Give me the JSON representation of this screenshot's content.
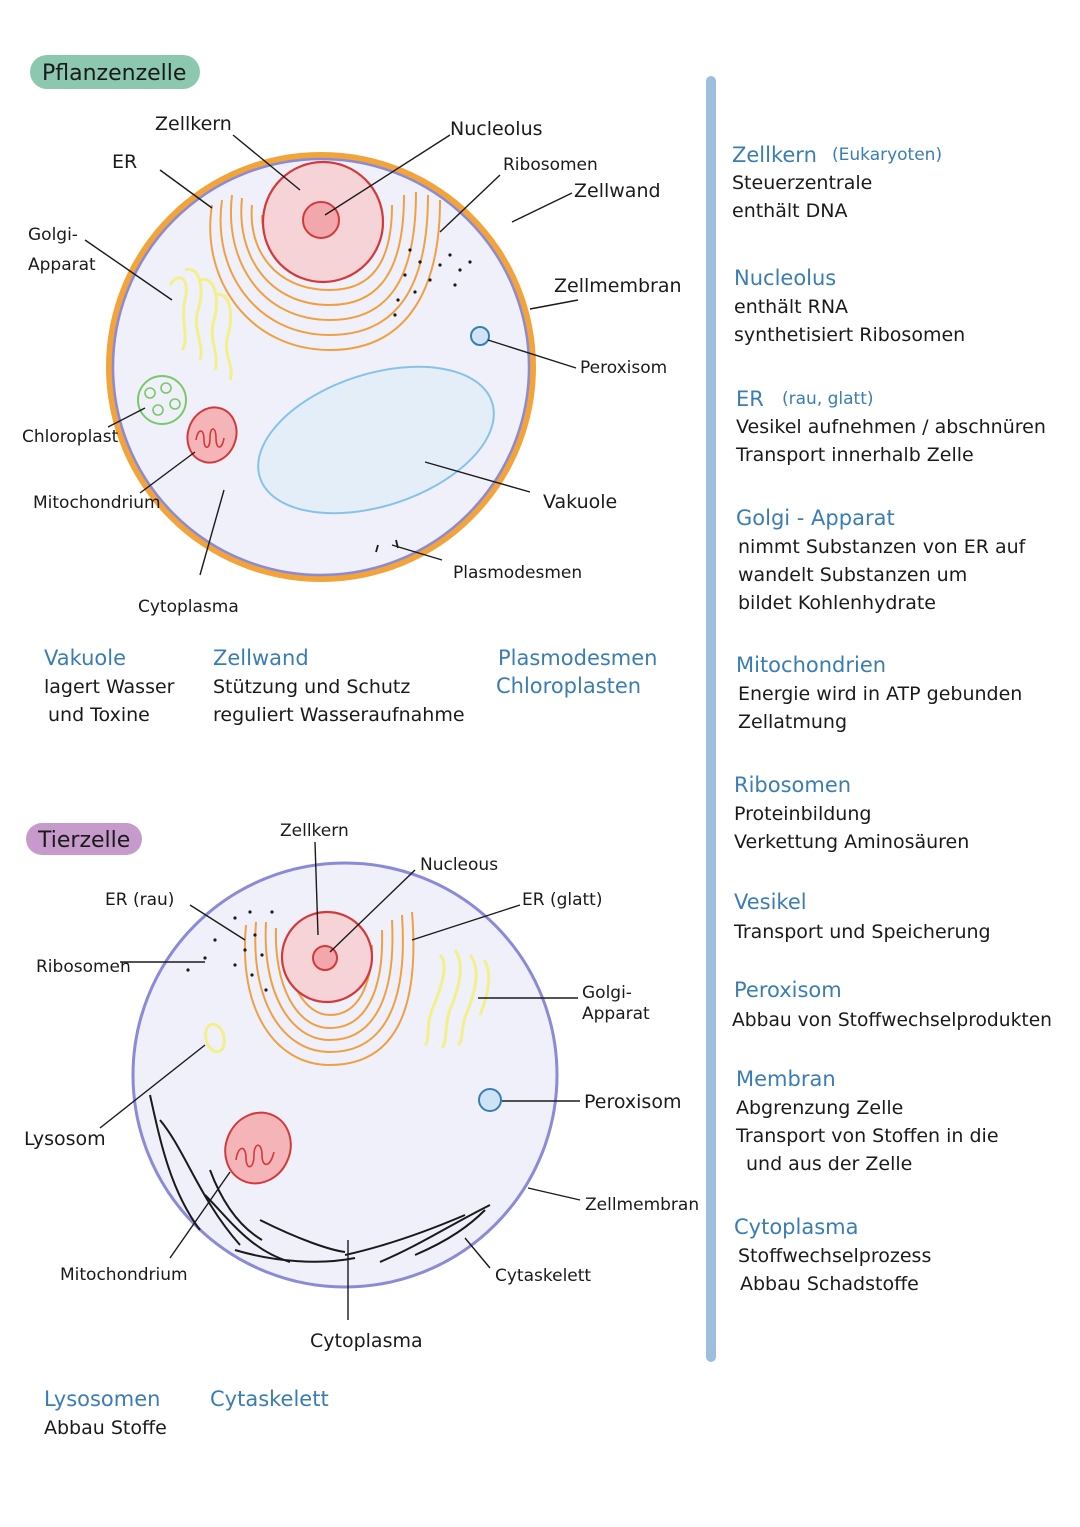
{
  "plant": {
    "title": "Pflanzenzelle",
    "labels": {
      "zellkern": "Zellkern",
      "nucleolus": "Nucleolus",
      "er": "ER",
      "ribosomen": "Ribosomen",
      "zellwand": "Zellwand",
      "golgi_1": "Golgi-",
      "golgi_2": "Apparat",
      "zellmembran": "Zellmembran",
      "peroxisom": "Peroxisom",
      "chloroplast": "Chloroplast",
      "mitochondrium": "Mitochondrium",
      "vakuole": "Vakuole",
      "plasmodesmen": "Plasmodesmen",
      "cytoplasma": "Cytoplasma"
    },
    "notes": [
      {
        "head": "Vakuole",
        "lines": [
          "lagert Wasser",
          "und Toxine"
        ]
      },
      {
        "head": "Zellwand",
        "lines": [
          "Stützung und Schutz",
          "reguliert Wasseraufnahme"
        ]
      },
      {
        "head": "Plasmodesmen",
        "lines": []
      },
      {
        "head": "Chloroplasten",
        "lines": []
      }
    ]
  },
  "animal": {
    "title": "Tierzelle",
    "labels": {
      "zellkern": "Zellkern",
      "nucleolus": "Nucleous",
      "er_rau": "ER (rau)",
      "er_glatt": "ER (glatt)",
      "ribosomen": "Ribosomen",
      "golgi_1": "Golgi-",
      "golgi_2": "Apparat",
      "lysosom": "Lysosom",
      "peroxisom": "Peroxisom",
      "zellmembran": "Zellmembran",
      "mitochondrium": "Mitochondrium",
      "cytaskelett": "Cytaskelett",
      "cytoplasma": "Cytoplasma"
    },
    "notes": [
      {
        "head": "Lysosomen",
        "lines": [
          "Abbau Stoffe"
        ]
      },
      {
        "head": "Cytaskelett",
        "lines": []
      }
    ]
  },
  "glossary": [
    {
      "head": "Zellkern",
      "paren": "(Eukaryoten)",
      "lines": [
        "Steuerzentrale",
        "enthält DNA"
      ]
    },
    {
      "head": "Nucleolus",
      "paren": "",
      "lines": [
        "enthält RNA",
        "synthetisiert Ribosomen"
      ]
    },
    {
      "head": "ER",
      "paren": "(rau, glatt)",
      "lines": [
        "Vesikel aufnehmen / abschnüren",
        "Transport innerhalb Zelle"
      ]
    },
    {
      "head": "Golgi - Apparat",
      "paren": "",
      "lines": [
        "nimmt Substanzen von ER auf",
        "wandelt Substanzen um",
        "bildet Kohlenhydrate"
      ]
    },
    {
      "head": "Mitochondrien",
      "paren": "",
      "lines": [
        "Energie wird in ATP gebunden",
        "Zellatmung"
      ]
    },
    {
      "head": "Ribosomen",
      "paren": "",
      "lines": [
        "Proteinbildung",
        "Verkettung Aminosäuren"
      ]
    },
    {
      "head": "Vesikel",
      "paren": "",
      "lines": [
        "Transport und Speicherung"
      ]
    },
    {
      "head": "Peroxisom",
      "paren": "",
      "lines": [
        "Abbau von Stoffwechselprodukten"
      ]
    },
    {
      "head": "Membran",
      "paren": "",
      "lines": [
        "Abgrenzung Zelle",
        "Transport von Stoffen in die",
        "und aus der Zelle"
      ]
    },
    {
      "head": "Cytoplasma",
      "paren": "",
      "lines": [
        "Stoffwechselprozess",
        "Abbau Schadstoffe"
      ]
    }
  ],
  "colors": {
    "plant_pill": "#8cc7b0",
    "animal_pill": "#c69bcc",
    "cell_fill": "#f0f0fa",
    "membrane": "#8a8ad8",
    "cell_wall": "#f2a33a",
    "er": "#f0a040",
    "golgi": "#f2f08a",
    "nucleus": "#f6d3d6",
    "nucleus_border": "#d23a3a",
    "vacuole": "#e3eef9",
    "peroxisome": "#cfe3f6",
    "chloroplast": "#7bc86a",
    "divider": "#9dbfdc",
    "heading": "#3a7db5"
  }
}
